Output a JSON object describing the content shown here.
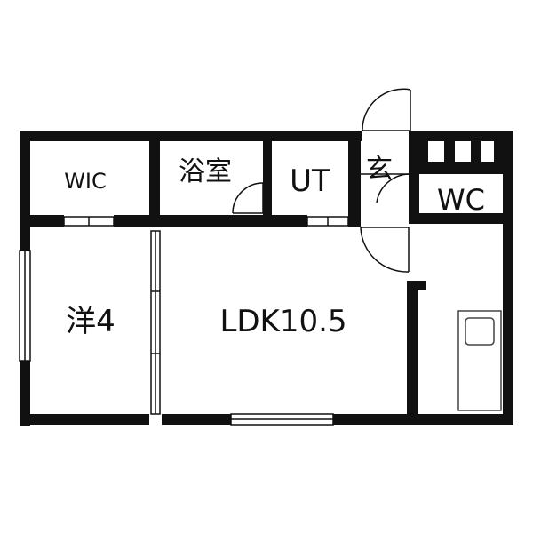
{
  "plan": {
    "colors": {
      "wall": "#111111",
      "fixture": "#444444",
      "background": "#ffffff"
    },
    "rooms": {
      "wic": "WIC",
      "bath": "浴室",
      "ut": "UT",
      "entrance": "玄",
      "wc": "WC",
      "western": "洋4",
      "ldk": "LDK10.5"
    }
  }
}
